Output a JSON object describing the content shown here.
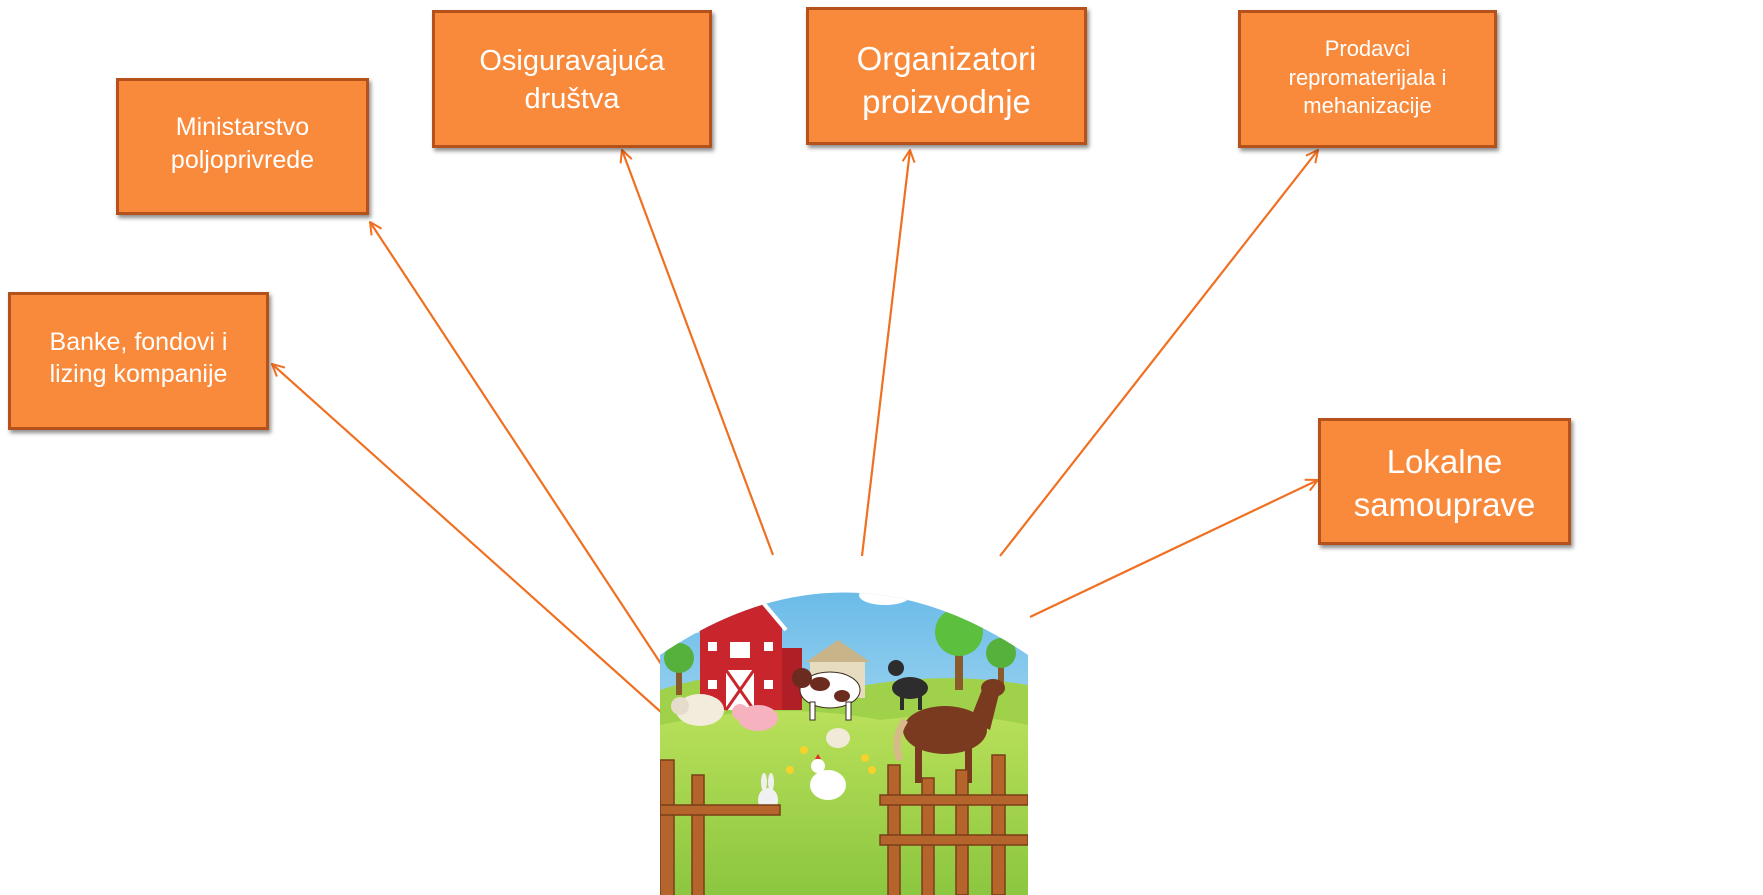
{
  "colors": {
    "box_fill": "#f98a3b",
    "box_border": "#b5521c",
    "arrow": "#f07022",
    "box_text": "#ffffff"
  },
  "boxes": {
    "banks": "Banke, fondovi i\nlizing kompanije",
    "ministry": "Ministarstvo\npoljoprivrede",
    "insurance": "Osiguravajuća\ndruštva",
    "organizers": "Organizatori\nproizvodnje",
    "sellers": "Prodavci\nrepromaterijala i\nmehanizacije",
    "local": "Lokalne\nsamouprave"
  },
  "center_image": {
    "icon": "farm-illustration",
    "description_animals": [
      "cow",
      "goat",
      "horse",
      "sheep",
      "pig",
      "rabbit",
      "chickens",
      "chicks"
    ]
  }
}
